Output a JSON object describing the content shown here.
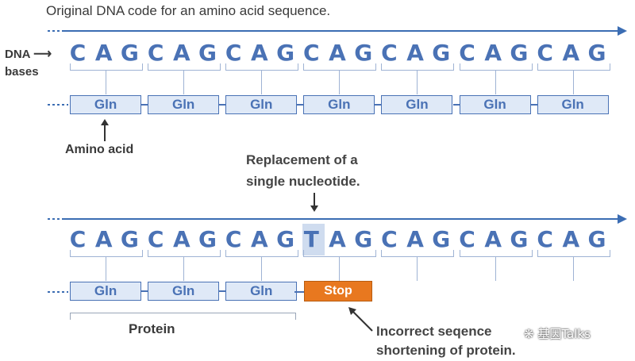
{
  "title": "Original DNA code for an amino acid sequence.",
  "dna_label_line1": "DNA",
  "dna_label_line2": "bases",
  "amino_acid_label": "Amino acid",
  "replacement_line1": "Replacement of a",
  "replacement_line2": "single nucleotide.",
  "protein_label": "Protein",
  "incorrect_line1": "Incorrect seqence",
  "incorrect_line2": "shortening of protein.",
  "watermark": "基因Talks",
  "original_bases": [
    "C",
    "A",
    "G",
    "C",
    "A",
    "G",
    "C",
    "A",
    "G",
    "C",
    "A",
    "G",
    "C",
    "A",
    "G",
    "C",
    "A",
    "G",
    "C",
    "A",
    "G"
  ],
  "mutated_bases": [
    "C",
    "A",
    "G",
    "C",
    "A",
    "G",
    "C",
    "A",
    "G",
    "T",
    "A",
    "G",
    "C",
    "A",
    "G",
    "C",
    "A",
    "G",
    "C",
    "A",
    "G"
  ],
  "original_amino_acids": [
    "Gln",
    "Gln",
    "Gln",
    "Gln",
    "Gln",
    "Gln",
    "Gln"
  ],
  "mutated_amino_acids": [
    "Gln",
    "Gln",
    "Gln"
  ],
  "stop_label": "Stop",
  "colors": {
    "dna_blue": "#4a72b5",
    "line_blue": "#3b6db3",
    "stop_orange": "#e8781f",
    "highlight": "#cfdcef"
  }
}
